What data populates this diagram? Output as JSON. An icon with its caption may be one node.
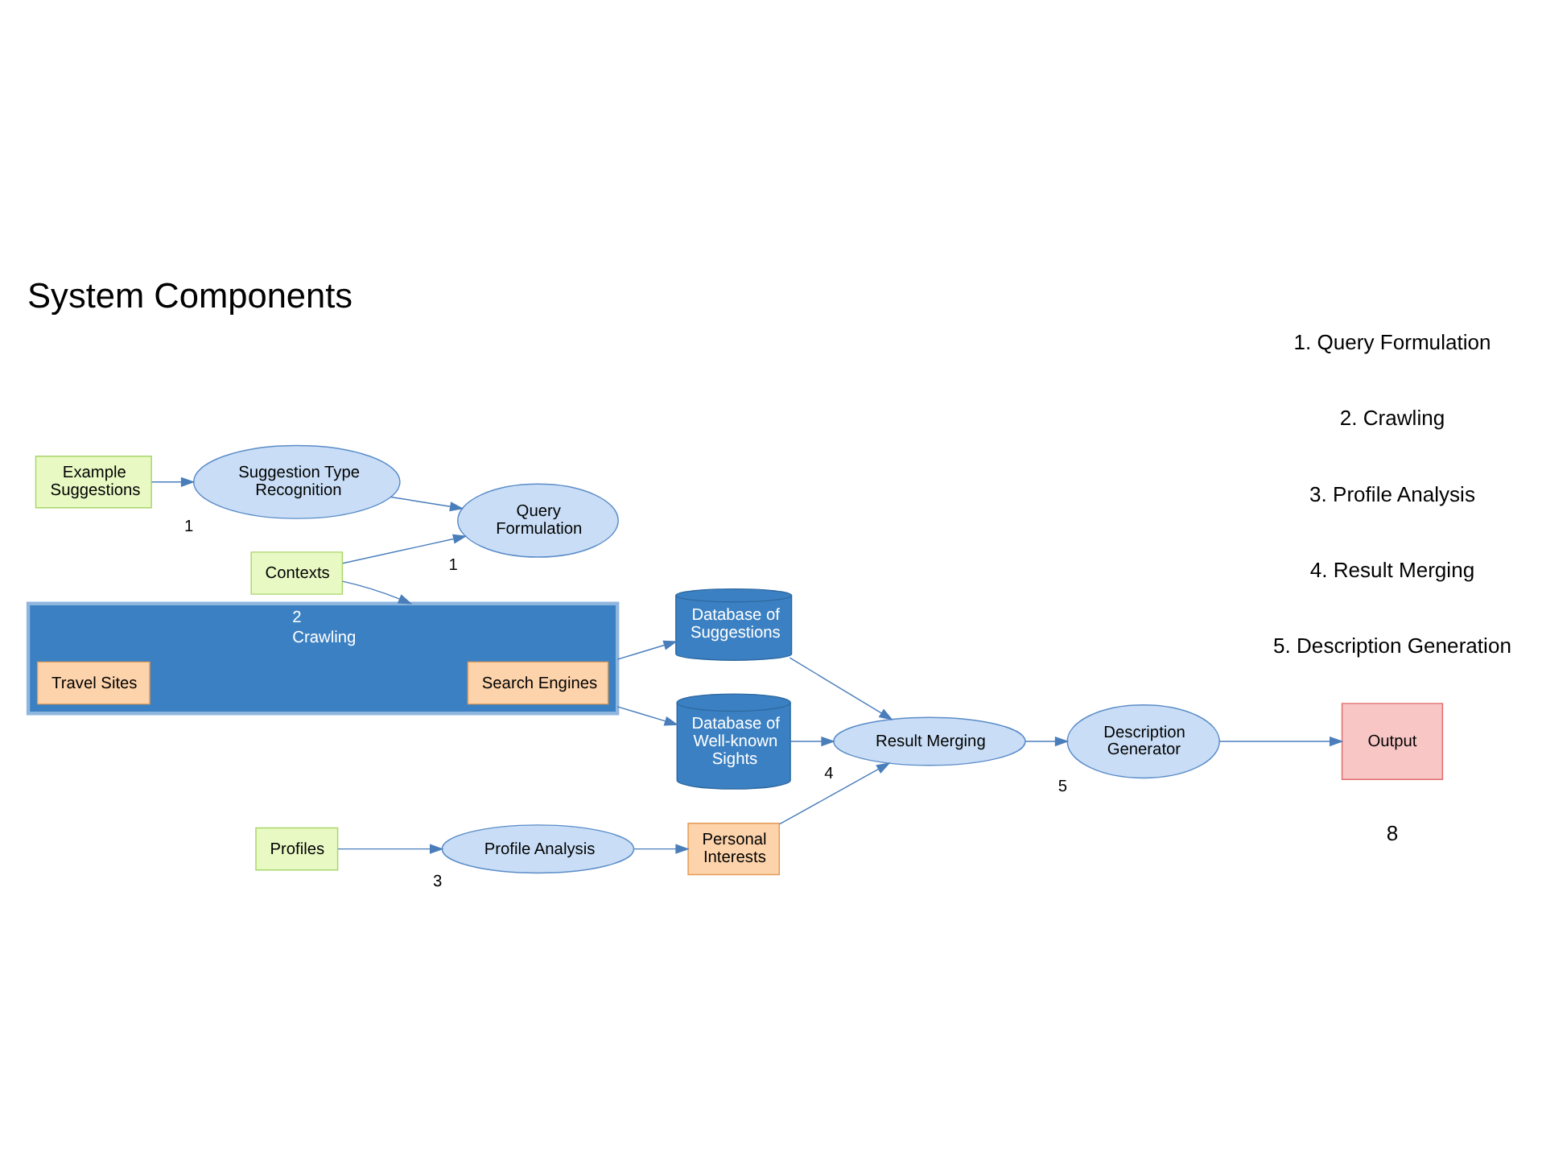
{
  "diagram": {
    "title": "System Components",
    "nodes": [
      {
        "text": [
          "Example Suggestions"
        ]
      },
      {
        "text": [
          "Suggestion Type Recognition"
        ],
        "beside": [
          "1"
        ]
      },
      {
        "text": [
          "Query Formulation"
        ],
        "beside": [
          "1"
        ]
      },
      {
        "text": [
          "Crawling"
        ],
        "beside": [
          "2"
        ]
      },
      {
        "text": [
          "Search Engines"
        ],
        "in": 3
      },
      {
        "text": [
          "Travel Sites"
        ],
        "in": 3
      },
      {
        "text": [
          "Database of Suggestions"
        ]
      },
      {
        "text": [
          "Contexts"
        ]
      },
      {
        "text": [
          "Database of Well-known Sights"
        ]
      },
      {
        "text": [
          "Result Merging"
        ],
        "beside": [
          "4"
        ]
      },
      {
        "text": [
          "Description Generator"
        ],
        "beside": [
          "5"
        ]
      },
      {
        "text": [
          "Profiles"
        ]
      },
      {
        "text": [
          "Profile Analysis"
        ],
        "beside": [
          "3"
        ]
      },
      {
        "text": [
          "Personal Interests"
        ]
      },
      {
        "text": [
          "Output"
        ]
      }
    ],
    "edges": [
      {
        "from": 0,
        "to": 1,
        "arrow": "to"
      },
      {
        "from": 1,
        "to": 2,
        "arrow": "to"
      },
      {
        "from": 7,
        "to": 2,
        "arrow": "to"
      },
      {
        "from": 7,
        "to": 3,
        "arrow": "to"
      },
      {
        "from": 3,
        "to": 6,
        "arrow": "to"
      },
      {
        "from": 3,
        "to": 8,
        "arrow": "to"
      },
      {
        "from": 6,
        "to": 9,
        "arrow": "to"
      },
      {
        "from": 8,
        "to": 9,
        "arrow": "to"
      },
      {
        "from": 9,
        "to": 10,
        "arrow": "to"
      },
      {
        "from": 10,
        "to": 14,
        "arrow": "to"
      },
      {
        "from": 11,
        "to": 12,
        "arrow": "to"
      },
      {
        "from": 12,
        "to": 13,
        "arrow": "to"
      },
      {
        "from": 13,
        "to": 9,
        "arrow": "to"
      }
    ],
    "labels": [
      "1. Query Formulation",
      "2. Crawling",
      "3. Profile Analysis",
      "4. Result Merging",
      "5. Description Generation",
      "8"
    ]
  }
}
